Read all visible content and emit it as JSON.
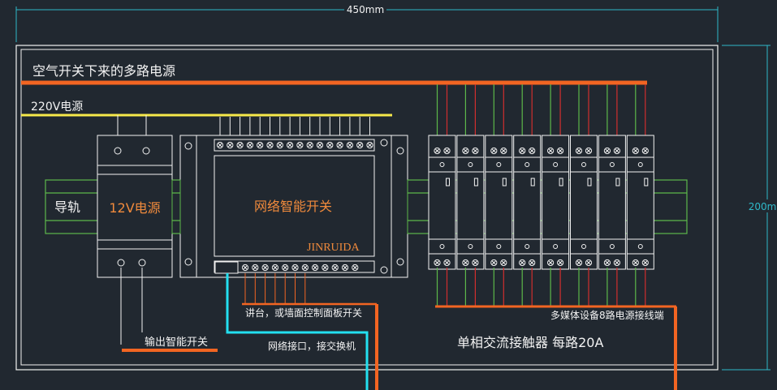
{
  "dimensions": {
    "width_label": "450mm",
    "height_label": "200m"
  },
  "labels": {
    "main_power": "空气开关下来的多路电源",
    "v220": "220V电源",
    "rail": "导轨",
    "psu": "12V电源",
    "switch_module": "网络智能开关",
    "brand": "JINRUIDA",
    "output_smart_switch": "输出智能开关",
    "podium_panel": "讲台，或墙面控制面板开关",
    "network_port": "网络接口，接交换机",
    "multimedia_power": "多媒体设备8路电源接线端",
    "contactor": "单相交流接触器 每路20A"
  },
  "colors": {
    "background": "#212830",
    "white": "#f2f2f2",
    "orange": "#f26522",
    "yellow": "#f7e94a",
    "cyan": "#23e0f0",
    "green": "#5db84a",
    "red": "#d12e2e",
    "text_orange": "#f08a3c",
    "dim_cyan": "#2fb9c9"
  }
}
